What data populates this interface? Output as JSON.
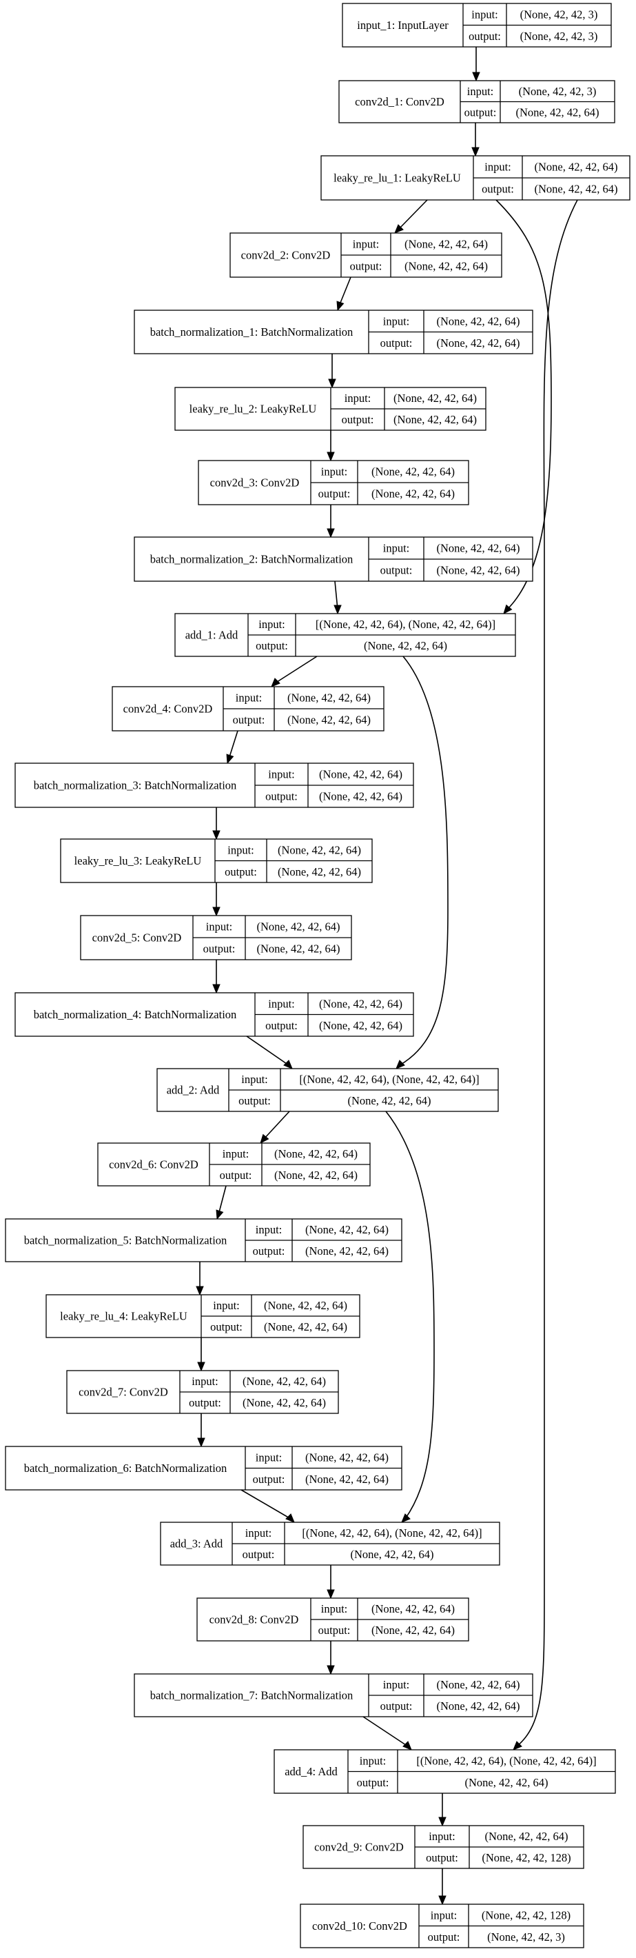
{
  "labels": {
    "input": "input:",
    "output": "output:"
  },
  "nodes": [
    {
      "id": "input_1",
      "name": "input_1: InputLayer",
      "input": "(None, 42, 42, 3)",
      "output": "(None, 42, 42, 3)"
    },
    {
      "id": "conv2d_1",
      "name": "conv2d_1: Conv2D",
      "input": "(None, 42, 42, 3)",
      "output": "(None, 42, 42, 64)"
    },
    {
      "id": "leaky_re_lu_1",
      "name": "leaky_re_lu_1: LeakyReLU",
      "input": "(None, 42, 42, 64)",
      "output": "(None, 42, 42, 64)"
    },
    {
      "id": "conv2d_2",
      "name": "conv2d_2: Conv2D",
      "input": "(None, 42, 42, 64)",
      "output": "(None, 42, 42, 64)"
    },
    {
      "id": "batch_normalization_1",
      "name": "batch_normalization_1: BatchNormalization",
      "input": "(None, 42, 42, 64)",
      "output": "(None, 42, 42, 64)"
    },
    {
      "id": "leaky_re_lu_2",
      "name": "leaky_re_lu_2: LeakyReLU",
      "input": "(None, 42, 42, 64)",
      "output": "(None, 42, 42, 64)"
    },
    {
      "id": "conv2d_3",
      "name": "conv2d_3: Conv2D",
      "input": "(None, 42, 42, 64)",
      "output": "(None, 42, 42, 64)"
    },
    {
      "id": "batch_normalization_2",
      "name": "batch_normalization_2: BatchNormalization",
      "input": "(None, 42, 42, 64)",
      "output": "(None, 42, 42, 64)"
    },
    {
      "id": "add_1",
      "name": "add_1: Add",
      "input": "[(None, 42, 42, 64), (None, 42, 42, 64)]",
      "output": "(None, 42, 42, 64)"
    },
    {
      "id": "conv2d_4",
      "name": "conv2d_4: Conv2D",
      "input": "(None, 42, 42, 64)",
      "output": "(None, 42, 42, 64)"
    },
    {
      "id": "batch_normalization_3",
      "name": "batch_normalization_3: BatchNormalization",
      "input": "(None, 42, 42, 64)",
      "output": "(None, 42, 42, 64)"
    },
    {
      "id": "leaky_re_lu_3",
      "name": "leaky_re_lu_3: LeakyReLU",
      "input": "(None, 42, 42, 64)",
      "output": "(None, 42, 42, 64)"
    },
    {
      "id": "conv2d_5",
      "name": "conv2d_5: Conv2D",
      "input": "(None, 42, 42, 64)",
      "output": "(None, 42, 42, 64)"
    },
    {
      "id": "batch_normalization_4",
      "name": "batch_normalization_4: BatchNormalization",
      "input": "(None, 42, 42, 64)",
      "output": "(None, 42, 42, 64)"
    },
    {
      "id": "add_2",
      "name": "add_2: Add",
      "input": "[(None, 42, 42, 64), (None, 42, 42, 64)]",
      "output": "(None, 42, 42, 64)"
    },
    {
      "id": "conv2d_6",
      "name": "conv2d_6: Conv2D",
      "input": "(None, 42, 42, 64)",
      "output": "(None, 42, 42, 64)"
    },
    {
      "id": "batch_normalization_5",
      "name": "batch_normalization_5: BatchNormalization",
      "input": "(None, 42, 42, 64)",
      "output": "(None, 42, 42, 64)"
    },
    {
      "id": "leaky_re_lu_4",
      "name": "leaky_re_lu_4: LeakyReLU",
      "input": "(None, 42, 42, 64)",
      "output": "(None, 42, 42, 64)"
    },
    {
      "id": "conv2d_7",
      "name": "conv2d_7: Conv2D",
      "input": "(None, 42, 42, 64)",
      "output": "(None, 42, 42, 64)"
    },
    {
      "id": "batch_normalization_6",
      "name": "batch_normalization_6: BatchNormalization",
      "input": "(None, 42, 42, 64)",
      "output": "(None, 42, 42, 64)"
    },
    {
      "id": "add_3",
      "name": "add_3: Add",
      "input": "[(None, 42, 42, 64), (None, 42, 42, 64)]",
      "output": "(None, 42, 42, 64)"
    },
    {
      "id": "conv2d_8",
      "name": "conv2d_8: Conv2D",
      "input": "(None, 42, 42, 64)",
      "output": "(None, 42, 42, 64)"
    },
    {
      "id": "batch_normalization_7",
      "name": "batch_normalization_7: BatchNormalization",
      "input": "(None, 42, 42, 64)",
      "output": "(None, 42, 42, 64)"
    },
    {
      "id": "add_4",
      "name": "add_4: Add",
      "input": "[(None, 42, 42, 64), (None, 42, 42, 64)]",
      "output": "(None, 42, 42, 64)"
    },
    {
      "id": "conv2d_9",
      "name": "conv2d_9: Conv2D",
      "input": "(None, 42, 42, 64)",
      "output": "(None, 42, 42, 128)"
    },
    {
      "id": "conv2d_10",
      "name": "conv2d_10: Conv2D",
      "input": "(None, 42, 42, 128)",
      "output": "(None, 42, 42, 3)"
    }
  ],
  "edges": [
    [
      "input_1",
      "conv2d_1"
    ],
    [
      "conv2d_1",
      "leaky_re_lu_1"
    ],
    [
      "leaky_re_lu_1",
      "conv2d_2"
    ],
    [
      "conv2d_2",
      "batch_normalization_1"
    ],
    [
      "batch_normalization_1",
      "leaky_re_lu_2"
    ],
    [
      "leaky_re_lu_2",
      "conv2d_3"
    ],
    [
      "conv2d_3",
      "batch_normalization_2"
    ],
    [
      "batch_normalization_2",
      "add_1"
    ],
    [
      "leaky_re_lu_1",
      "add_1"
    ],
    [
      "add_1",
      "conv2d_4"
    ],
    [
      "conv2d_4",
      "batch_normalization_3"
    ],
    [
      "batch_normalization_3",
      "leaky_re_lu_3"
    ],
    [
      "leaky_re_lu_3",
      "conv2d_5"
    ],
    [
      "conv2d_5",
      "batch_normalization_4"
    ],
    [
      "batch_normalization_4",
      "add_2"
    ],
    [
      "add_1",
      "add_2"
    ],
    [
      "add_2",
      "conv2d_6"
    ],
    [
      "conv2d_6",
      "batch_normalization_5"
    ],
    [
      "batch_normalization_5",
      "leaky_re_lu_4"
    ],
    [
      "leaky_re_lu_4",
      "conv2d_7"
    ],
    [
      "conv2d_7",
      "batch_normalization_6"
    ],
    [
      "batch_normalization_6",
      "add_3"
    ],
    [
      "add_2",
      "add_3"
    ],
    [
      "add_3",
      "conv2d_8"
    ],
    [
      "conv2d_8",
      "batch_normalization_7"
    ],
    [
      "batch_normalization_7",
      "add_4"
    ],
    [
      "leaky_re_lu_1",
      "add_4"
    ],
    [
      "add_4",
      "conv2d_9"
    ],
    [
      "conv2d_9",
      "conv2d_10"
    ]
  ]
}
